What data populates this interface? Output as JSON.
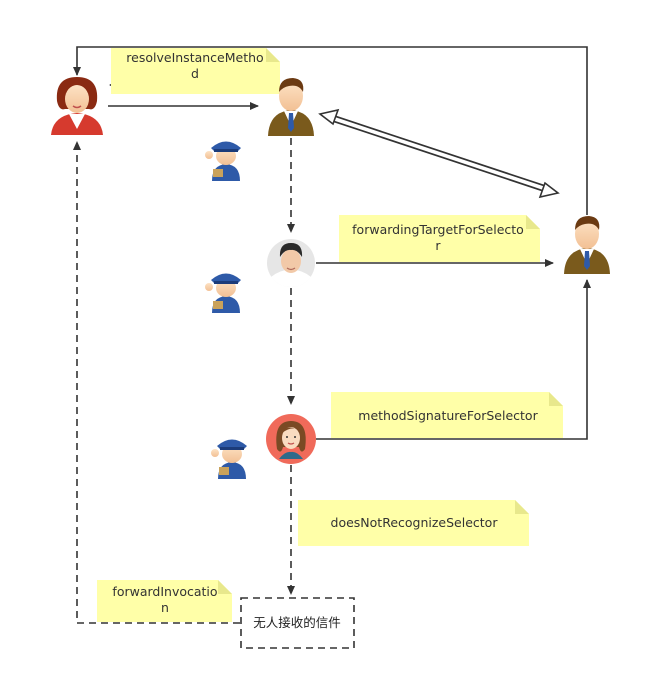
{
  "notes": {
    "resolve_line1": "resolveInstanceMetho",
    "resolve_line2": "d",
    "forwarding_line1": "forwardingTargetForSelecto",
    "forwarding_line2": "r",
    "method_signature": "methodSignatureForSelector",
    "does_not_recognize": "doesNotRecognizeSelector",
    "forward_inv_line1": "forwardInvocatio",
    "forward_inv_line2": "n"
  },
  "final_box": {
    "label": "无人接收的信件"
  },
  "colors": {
    "note_fill": "#ffffa8",
    "line": "#333333",
    "businessman_suit": "#7a5a1c",
    "woman_red": "#d63a2e",
    "mailman_blue": "#2e5aa8",
    "salmon_circle": "#f06a5a"
  },
  "icons": [
    "sender-woman-icon",
    "businessman-icon",
    "mailman-icon",
    "man-photo-avatar-icon",
    "woman-avatar-icon"
  ]
}
